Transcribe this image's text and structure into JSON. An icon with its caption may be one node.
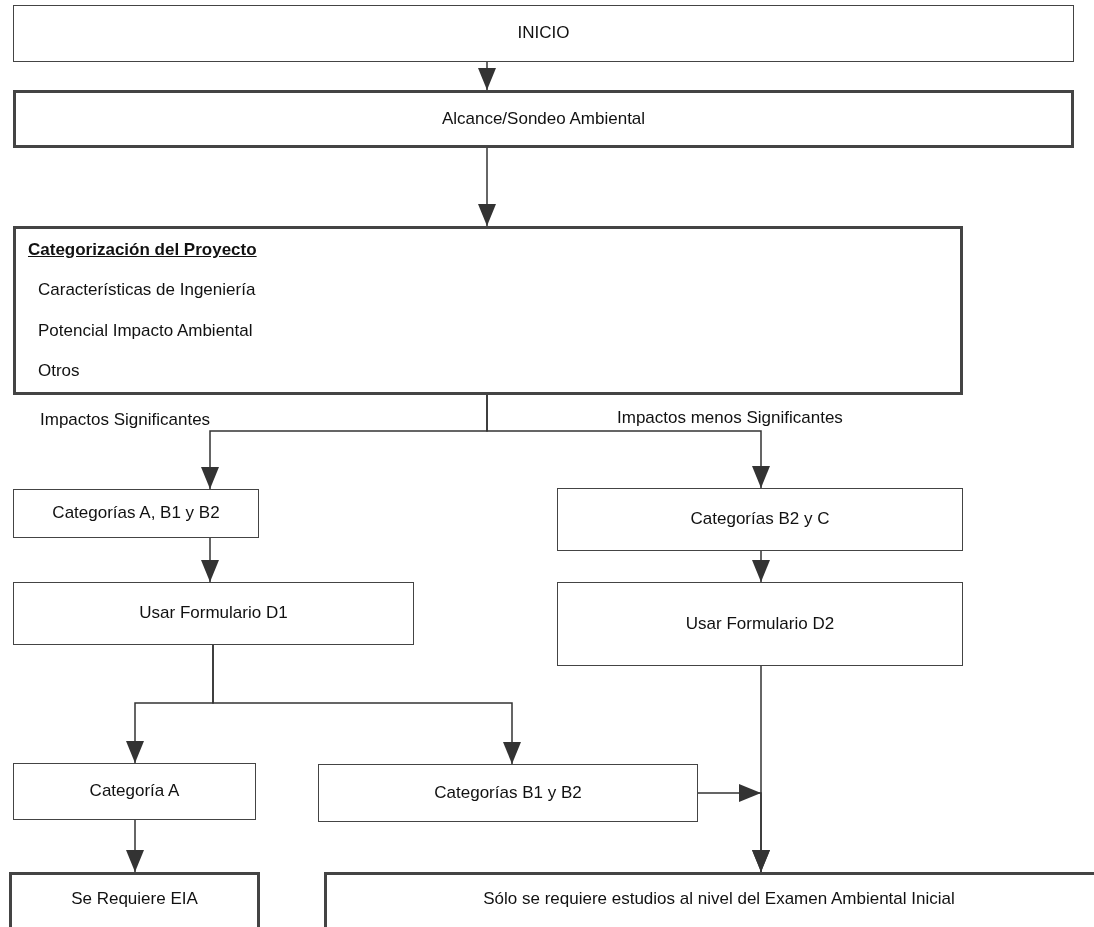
{
  "diagram": {
    "nodes": [
      {
        "text": [
          "INICIO"
        ]
      },
      {
        "text": [
          "Alcance/Sondeo Ambiental"
        ]
      },
      {
        "text": [
          "Categorización del Proyecto",
          "Características de Ingeniería",
          "Potencial Impacto Ambiental",
          "Otros"
        ]
      },
      {
        "text": [
          "Categorías A, B1 y B2"
        ]
      },
      {
        "text": [
          "Categorías B2 y C"
        ]
      },
      {
        "text": [
          "Usar Formulario D1"
        ]
      },
      {
        "text": [
          "Usar Formulario D2"
        ]
      },
      {
        "text": [
          "Categoría A"
        ]
      },
      {
        "text": [
          "Categorías B1 y B2"
        ]
      },
      {
        "text": [
          "Se Requiere EIA"
        ]
      },
      {
        "text": [
          "Sólo se requiere estudios al nivel del Examen Ambiental Inicial"
        ]
      }
    ],
    "edges": [
      {
        "from": 0,
        "to": 1,
        "arrow": "to"
      },
      {
        "from": 1,
        "to": 2,
        "arrow": "to"
      },
      {
        "from": 2,
        "to": 3,
        "arrow": "to"
      },
      {
        "from": 2,
        "to": 4,
        "arrow": "to"
      },
      {
        "from": 3,
        "to": 5,
        "arrow": "to"
      },
      {
        "from": 4,
        "to": 6,
        "arrow": "to"
      },
      {
        "from": 5,
        "to": 7,
        "arrow": "to"
      },
      {
        "from": 5,
        "to": 8,
        "arrow": "to"
      },
      {
        "from": 7,
        "to": 9,
        "arrow": "to"
      },
      {
        "from": 6,
        "to": 10,
        "arrow": "to"
      },
      {
        "from": 8,
        "to": 10,
        "arrow": "to"
      }
    ],
    "labels": [
      "Impactos Significantes",
      "Impactos menos Significantes"
    ]
  }
}
